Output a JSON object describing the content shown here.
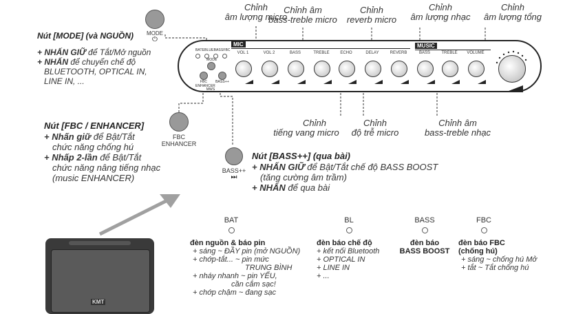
{
  "top_callouts": {
    "mic_volume": [
      "Chỉnh",
      "âm lượng micro"
    ],
    "mic_bass_treble": [
      "Chỉnh âm",
      "bass-treble micro"
    ],
    "mic_reverb": [
      "Chỉnh",
      "reverb micro"
    ],
    "music_volume": [
      "Chỉnh",
      "âm lượng nhạc"
    ],
    "master_volume": [
      "Chỉnh",
      "âm lượng tổng"
    ]
  },
  "bottom_callouts": {
    "echo": [
      "Chỉnh",
      "tiếng vang micro"
    ],
    "delay": [
      "Chỉnh",
      "độ trễ micro"
    ],
    "music_bass_treble": [
      "Chỉnh âm",
      "bass-treble nhạc"
    ]
  },
  "panel": {
    "mic_badge": "MIC",
    "music_badge": "MUSIC",
    "knob_labels": [
      "VOL 1",
      "VOL 2",
      "BASS",
      "TREBLE",
      "ECHO",
      "DELAY",
      "REVERB",
      "BASS",
      "TREBLE",
      "VOLUME"
    ],
    "led_labels": [
      "BATE",
      "BLUE",
      "BASS",
      "FBC"
    ],
    "mode_label": "MODE",
    "fbc_label": [
      "FBC",
      "ENHANCER"
    ],
    "bass_label": "BASS++",
    "mws_label": "MWS"
  },
  "mode": {
    "caption": "MODE",
    "title": "Nút [MODE] (và NGUỒN)",
    "lines": [
      {
        "strong": "+ NHẤN GIỮ",
        "text": " để Tắt/Mở nguồn"
      },
      {
        "strong": "+ NHẤN",
        "text": " để chuyển chế độ"
      },
      {
        "strong": "",
        "text": "BLUETOOTH, OPTICAL IN,"
      },
      {
        "strong": "",
        "text": "LINE IN, ..."
      }
    ]
  },
  "fbc": {
    "caption": [
      "FBC",
      "ENHANCER"
    ],
    "title": "Nút [FBC / ENHANCER]",
    "lines": [
      {
        "strong": "+ Nhấn giữ",
        "text": " để Bật/Tắt"
      },
      {
        "strong": "",
        "text": "chức năng chống hú"
      },
      {
        "strong": "+ Nhấp 2-lần",
        "text": " để Bật/Tắt"
      },
      {
        "strong": "",
        "text": "chức năng nâng tiếng nhạc"
      },
      {
        "strong": "",
        "text": "(music ENHANCER)"
      }
    ]
  },
  "bass_btn": {
    "caption": "BASS++",
    "icon": "next-track-icon",
    "title": "Nút [BASS++] (qua bài)",
    "lines": [
      {
        "strong": "+ NHẤN GIỮ",
        "text": " để Bật/Tắt chế độ BASS BOOST"
      },
      {
        "strong": "",
        "text": "(tăng cường âm trầm)"
      },
      {
        "strong": "+ NHẤN",
        "text": " để qua bài"
      }
    ]
  },
  "leds": [
    {
      "label": "BAT",
      "title": "đèn nguồn & báo pin",
      "lines": [
        "+ sáng ~ ĐẦY pin (mở NGUỒN)",
        "+ chớp-tắt... ~ pin mức",
        "TRUNG BÌNH",
        "+ nháy nhanh ~ pin YẾU,",
        "cần cắm sạc!",
        "+ chớp chậm ~ đang sạc"
      ]
    },
    {
      "label": "BL",
      "title": "đèn báo chế độ",
      "lines": [
        "+ kết nối Bluetooth",
        "+ OPTICAL IN",
        "+ LINE IN",
        "+ ..."
      ]
    },
    {
      "label": "BASS",
      "title": "đèn báo\nBASS BOOST",
      "title_lines": [
        "đèn báo",
        "BASS BOOST"
      ],
      "lines": []
    },
    {
      "label": "FBC",
      "title_lines": [
        "đèn báo FBC",
        "(chống hú)"
      ],
      "lines": [
        "+ sáng ~ chống hú Mở",
        "+ tắt ~ Tắt chống hú"
      ]
    }
  ],
  "speaker": {
    "brand": "KMT"
  },
  "colors": {
    "line": "#555555",
    "button": "#999999",
    "arrow": "#a0a0a0",
    "panel_border": "#222222"
  }
}
